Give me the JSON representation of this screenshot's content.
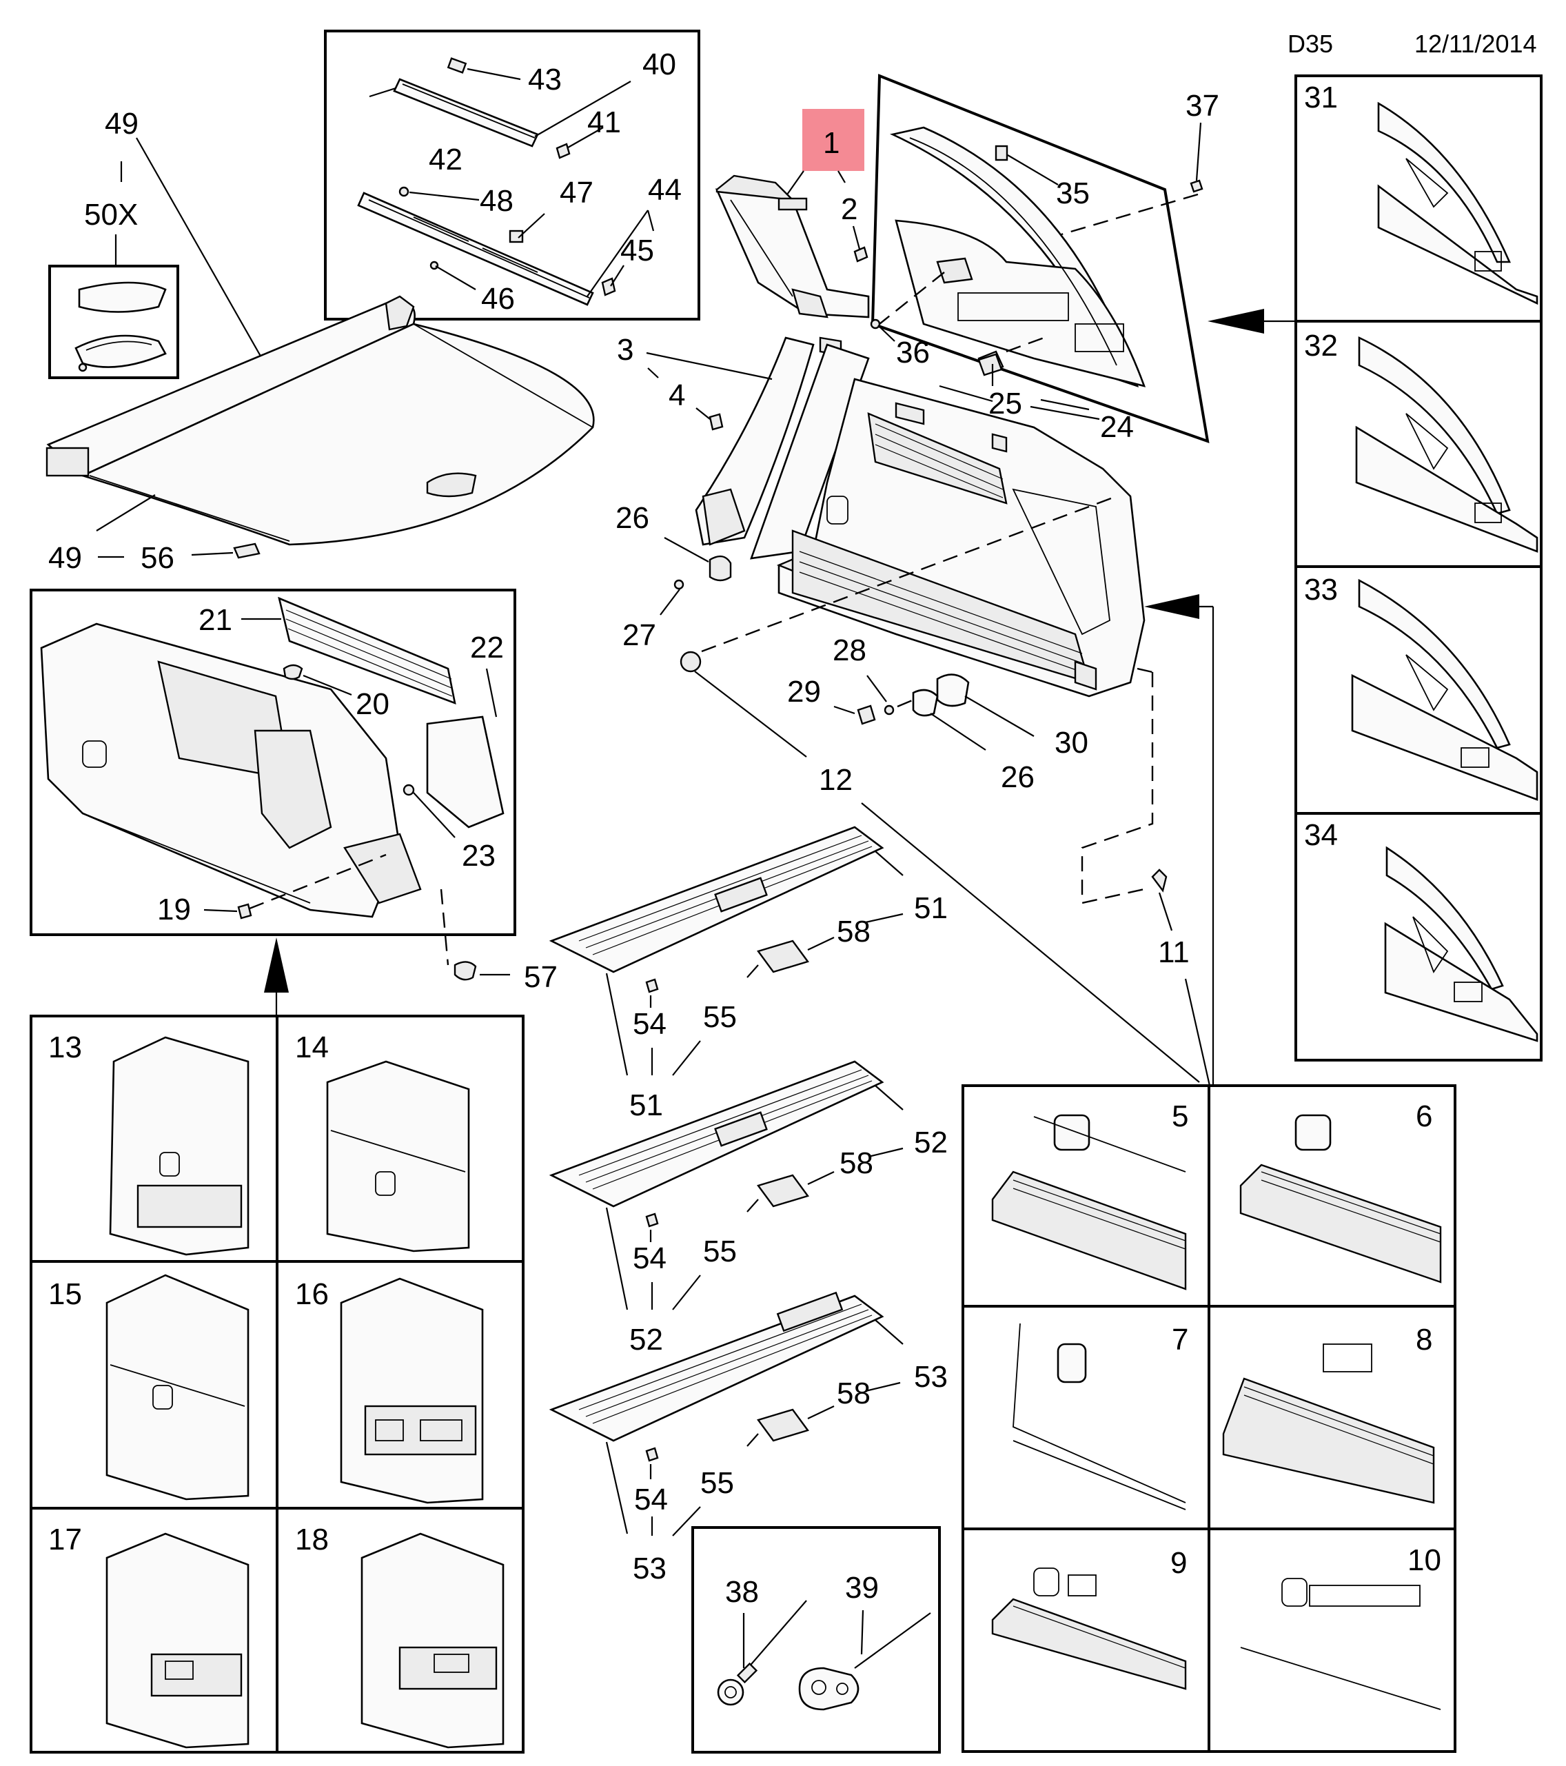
{
  "header": {
    "code": "D35",
    "date": "12/11/2014"
  },
  "highlight": {
    "label": "1",
    "color": "#f48a94"
  },
  "callouts": {
    "c2": "2",
    "c3": "3",
    "c4": "4",
    "c11": "11",
    "c12": "12",
    "c19": "19",
    "c20": "20",
    "c21": "21",
    "c22": "22",
    "c23": "23",
    "c24": "24",
    "c25": "25",
    "c26a": "26",
    "c26b": "26",
    "c27": "27",
    "c28": "28",
    "c29": "29",
    "c30": "30",
    "c35": "35",
    "c36": "36",
    "c37": "37",
    "c38": "38",
    "c39": "39",
    "c40": "40",
    "c41": "41",
    "c42": "42",
    "c43": "43",
    "c44": "44",
    "c45": "45",
    "c46": "46",
    "c47": "47",
    "c48": "48",
    "c49a": "49",
    "c49b": "49",
    "c50x": "50X",
    "c51a": "51",
    "c51b": "51",
    "c52a": "52",
    "c52b": "52",
    "c53a": "53",
    "c53b": "53",
    "c54a": "54",
    "c54b": "54",
    "c54c": "54",
    "c55a": "55",
    "c55b": "55",
    "c55c": "55",
    "c56": "56",
    "c57": "57",
    "c58a": "58",
    "c58b": "58",
    "c58c": "58"
  },
  "variants_right": [
    "31",
    "32",
    "33",
    "34"
  ],
  "variants_left": [
    "13",
    "14",
    "15",
    "16",
    "17",
    "18"
  ],
  "variants_bottom_right": [
    "5",
    "6",
    "7",
    "8",
    "9",
    "10"
  ]
}
